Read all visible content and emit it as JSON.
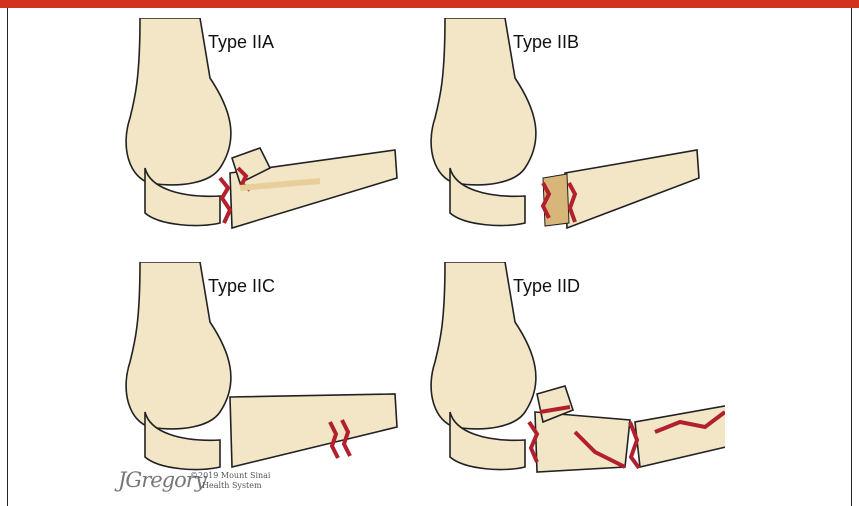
{
  "panels": [
    {
      "label": "Type IIA"
    },
    {
      "label": "Type IIB"
    },
    {
      "label": "Type IIC"
    },
    {
      "label": "Type IID"
    }
  ],
  "credit": {
    "signature": "JGregory",
    "copyright_line1": "©2019 Mount Sinai",
    "copyright_line2": "Health System"
  },
  "colors": {
    "frame_bar": "#d2321e",
    "bone_fill": "#f2e6c6",
    "bone_outline": "#222222",
    "fracture_red": "#b3202d",
    "cartilage": "#e8cf9a"
  }
}
